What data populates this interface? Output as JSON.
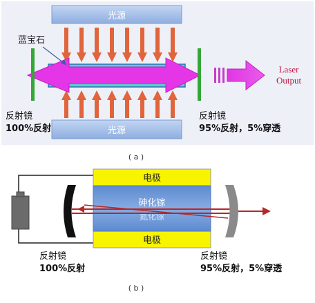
{
  "panel_a": {
    "light_source_top": "光源",
    "light_source_bottom": "光源",
    "crystal_label": "蓝宝石",
    "left_mirror_title": "反射镜",
    "left_mirror_spec": "100%反射",
    "right_mirror_title": "反射镜",
    "right_mirror_spec": "95%反射，5%穿透",
    "laser_output_line1": "Laser",
    "laser_output_line2": "Output",
    "caption": "( a )"
  },
  "panel_b": {
    "electrode_top": "电极",
    "electrode_bottom": "电极",
    "layer_top": "砷化镓",
    "layer_bottom": "氮化镓",
    "left_mirror_title": "反射镜",
    "left_mirror_spec": "100%反射",
    "right_mirror_title": "反射镜",
    "right_mirror_spec": "95%反射，5%穿透",
    "caption": "( b )"
  },
  "colors": {
    "panel_bg": "#eef0f8",
    "source_blue": "#9cb8e4",
    "arrow_orange": "#e0643c",
    "crystal_teal": "#5ccdcc",
    "beam_magenta": "#e436e6",
    "mirror_green": "#35a638",
    "laser_text": "#c0143c",
    "electrode_yellow": "#f8f400",
    "chip_blue": "#6f9bd8",
    "beam_red": "#b42828",
    "battery_gray": "#6b6b6b"
  }
}
